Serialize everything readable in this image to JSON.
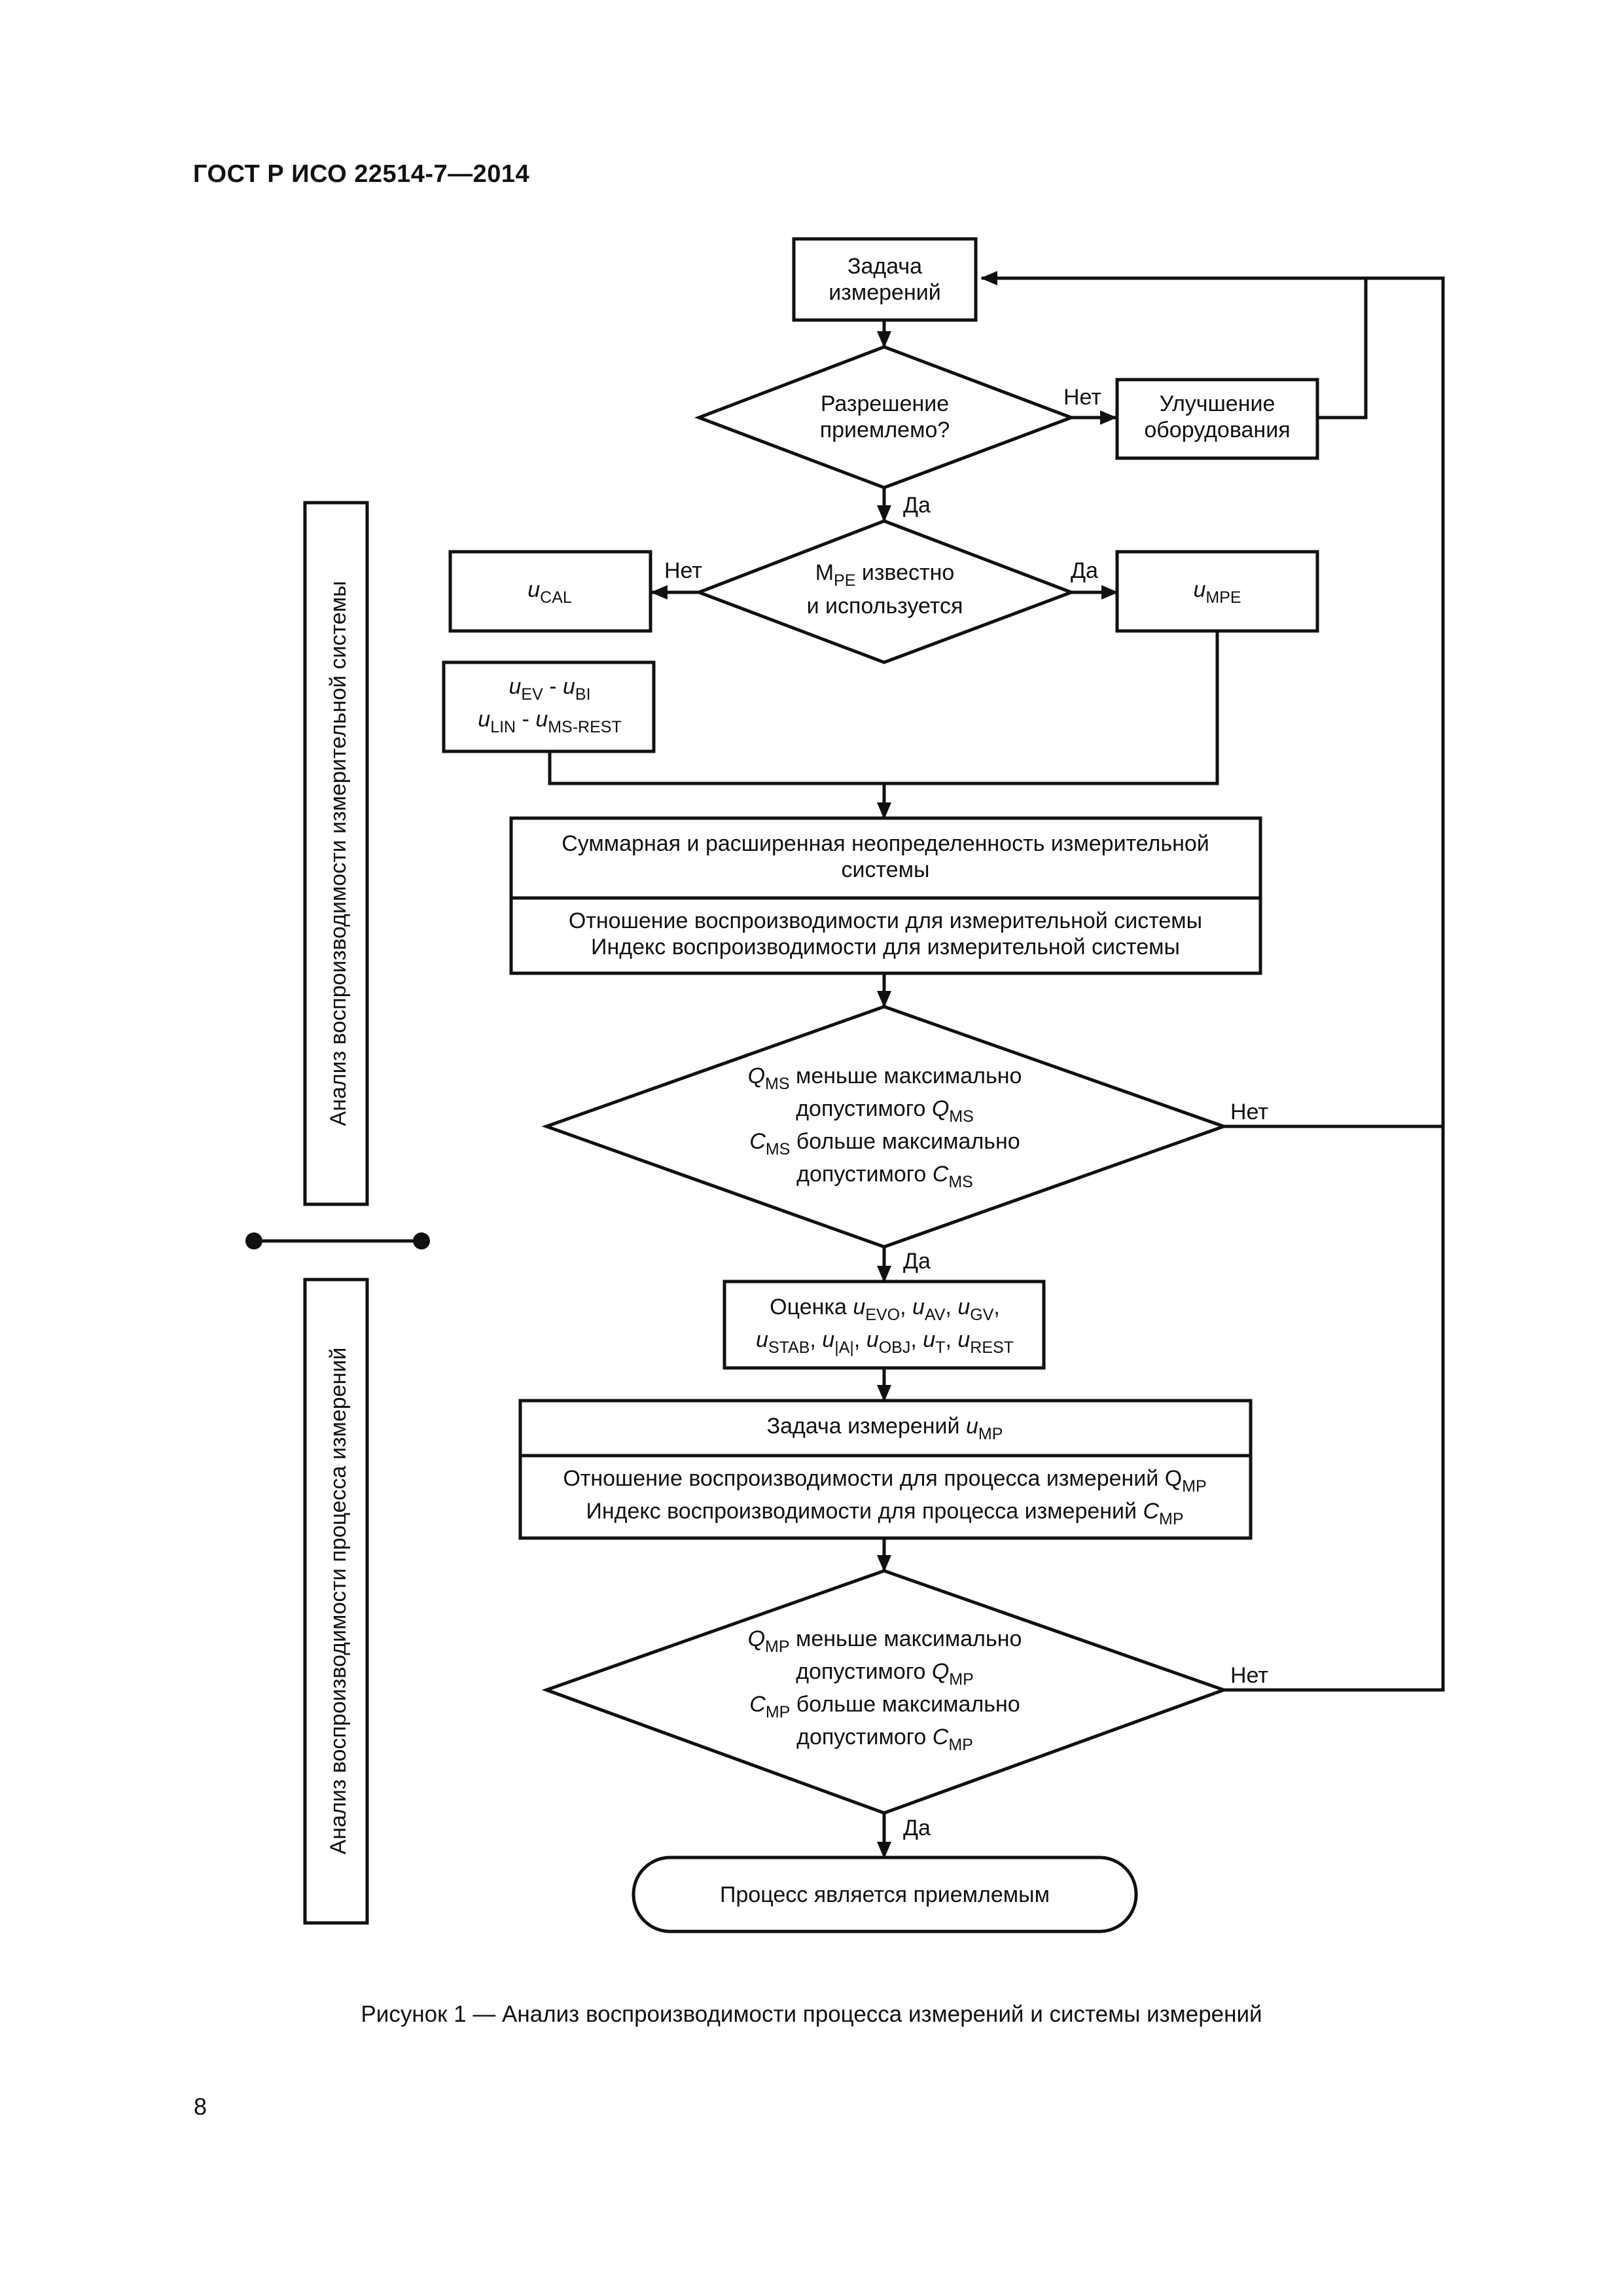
{
  "header": {
    "document_id": "ГОСТ Р ИСО 22514-7—2014"
  },
  "side_labels": {
    "system_analysis": "Анализ воспроизводимости измерительной системы",
    "process_analysis": "Анализ воспроизводимости процесса измерений"
  },
  "flowchart": {
    "task": [
      "Задача",
      "измерений"
    ],
    "resolution_decision": [
      "Разрешение",
      "приемлемо?"
    ],
    "equipment_improvement": [
      "Улучшение",
      "оборудования"
    ],
    "mpe_decision": {
      "symbol": "M",
      "symbol_sub": "PE",
      "line1_rest": " известно",
      "line2": "и используется"
    },
    "u_cal": {
      "symbol": "u",
      "sub": "CAL"
    },
    "u_mpe": {
      "symbol": "u",
      "sub": "MPE"
    },
    "u_components_box": {
      "row1": [
        {
          "symbol": "u",
          "sub": "EV"
        },
        {
          "sep": " - "
        },
        {
          "symbol": "u",
          "sub": "BI"
        }
      ],
      "row2": [
        {
          "symbol": "u",
          "sub": "LIN"
        },
        {
          "sep": " - "
        },
        {
          "symbol": "u",
          "sub": "MS-REST"
        }
      ]
    },
    "ms_uncertainty": {
      "line1": "Суммарная и расширенная неопределенность измерительной",
      "line2": "системы",
      "line3": "Отношение воспроизводимости для измерительной системы",
      "line4": "Индекс воспроизводимости для измерительной системы"
    },
    "ms_decision": {
      "line1_symbol": "Q",
      "line1_sub": "MS",
      "line1_rest": " меньше максимально",
      "line2_text": "допустимого ",
      "line2_symbol": "Q",
      "line2_sub": "MS",
      "line3_symbol": "C",
      "line3_sub": "MS",
      "line3_rest": " больше максимально",
      "line4_text": "допустимого ",
      "line4_symbol": "C",
      "line4_sub": "MS"
    },
    "estimate_box": {
      "prefix": "Оценка ",
      "row1": [
        {
          "symbol": "u",
          "sub": "EVO"
        },
        {
          "sep": ", "
        },
        {
          "symbol": "u",
          "sub": "AV"
        },
        {
          "sep": ", "
        },
        {
          "symbol": "u",
          "sub": "GV"
        },
        {
          "sep": ","
        }
      ],
      "row2": [
        {
          "symbol": "u",
          "sub": "STAB"
        },
        {
          "sep": ", "
        },
        {
          "symbol": "u",
          "sub": "|A|"
        },
        {
          "sep": ", "
        },
        {
          "symbol": "u",
          "sub": "OBJ"
        },
        {
          "sep": ", "
        },
        {
          "symbol": "u",
          "sub": "T"
        },
        {
          "sep": ", "
        },
        {
          "symbol": "u",
          "sub": "REST"
        }
      ]
    },
    "mp_box": {
      "line1_text": "Задача измерений ",
      "line1_symbol": "u",
      "line1_sub": "MP",
      "line2_text": "Отношение воспроизводимости для процесса измерений Q",
      "line2_sub": "MP",
      "line3_text": "Индекс воспроизводимости для процесса измерений ",
      "line3_symbol": "C",
      "line3_sub": "MP"
    },
    "mp_decision": {
      "line1_symbol": "Q",
      "line1_sub": "MP",
      "line1_rest": " меньше максимально",
      "line2_text": "допустимого ",
      "line2_symbol": "Q",
      "line2_sub": "MP",
      "line3_symbol": "C",
      "line3_sub": "MP",
      "line3_rest": " больше максимально",
      "line4_text": "допустимого ",
      "line4_symbol": "C",
      "line4_sub": "MP"
    },
    "terminal": "Процесс является приемлемым",
    "labels": {
      "yes": "Да",
      "no": "Нет"
    }
  },
  "caption": "Рисунок  1 — Анализ воспроизводимости процесса измерений и системы измерений",
  "page_number": "8"
}
